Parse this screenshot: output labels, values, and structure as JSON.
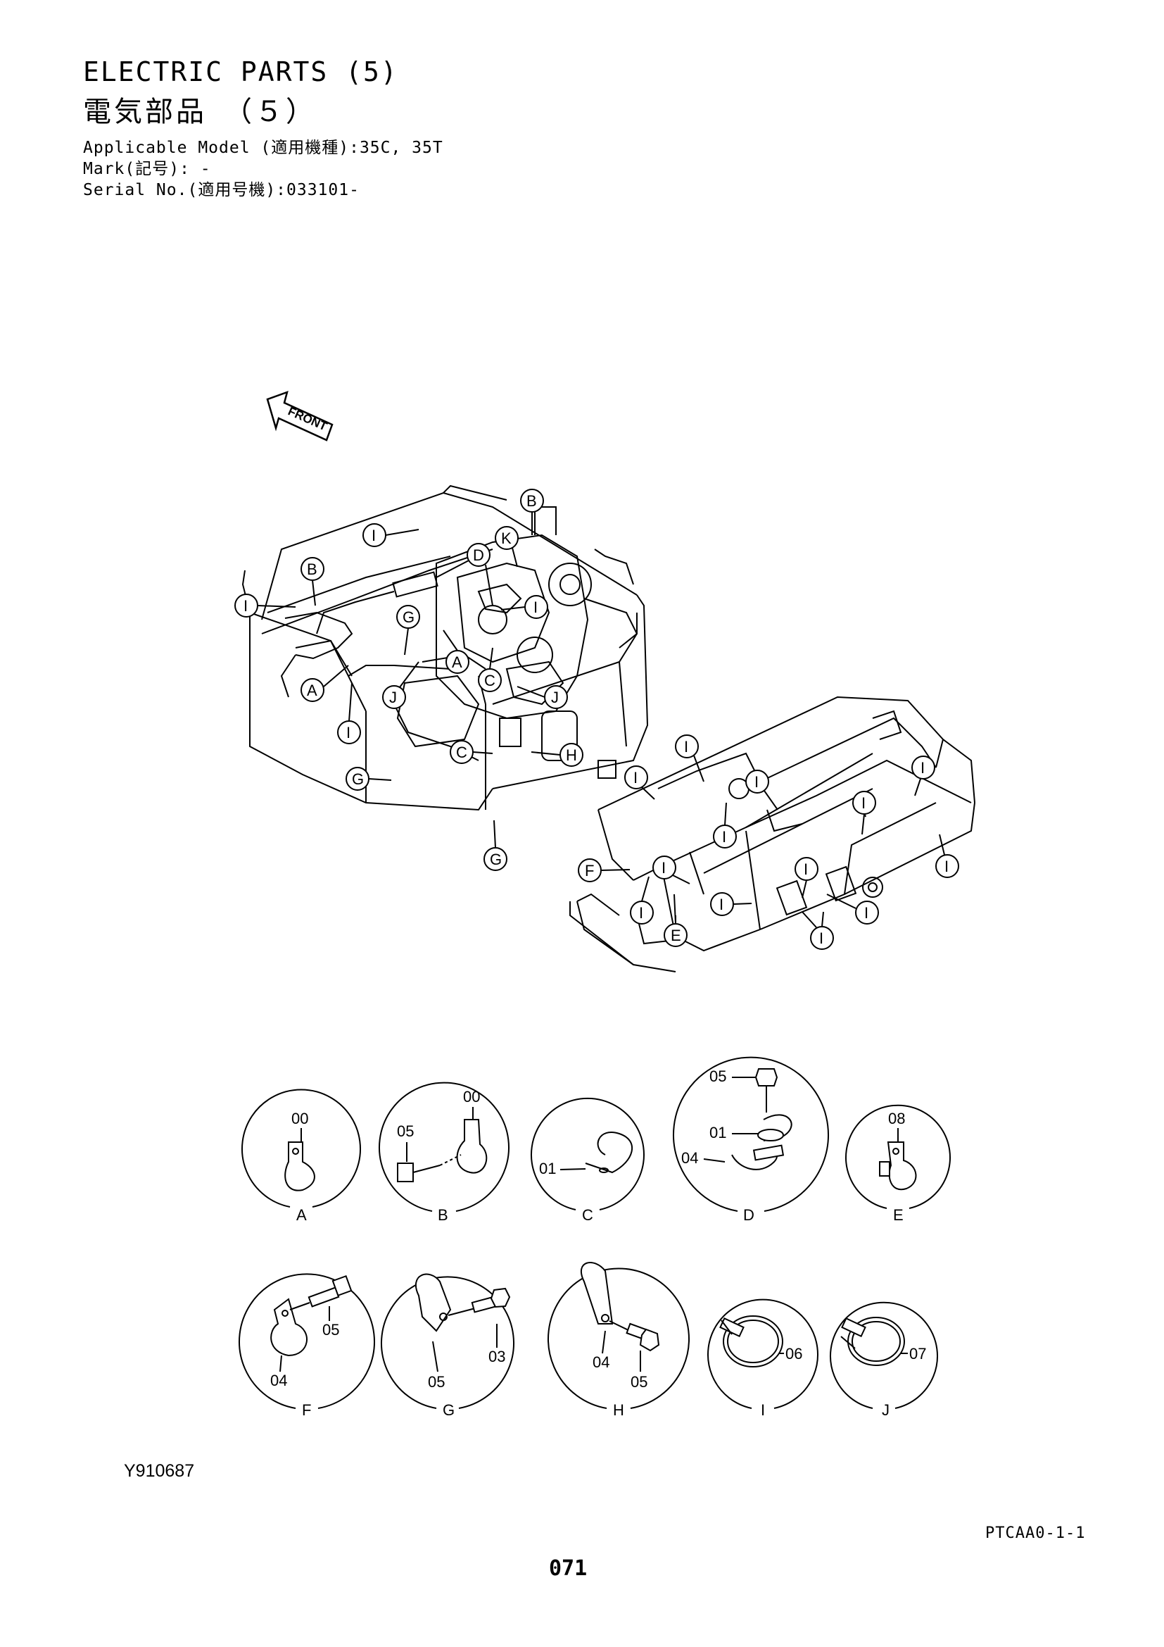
{
  "header": {
    "title_en": "ELECTRIC PARTS (5)",
    "title_jp": "電気部品　（５）",
    "applicable_model": "Applicable Model (適用機種):35C, 35T",
    "mark": "Mark(記号): -",
    "serial_no": "Serial No.(適用号機):033101-"
  },
  "front_label": "FRONT",
  "callouts": {
    "A": "A",
    "B": "B",
    "C": "C",
    "D": "D",
    "E": "E",
    "F": "F",
    "G": "G",
    "H": "H",
    "I": "I",
    "J": "J",
    "K": "K"
  },
  "details": [
    {
      "label": "A",
      "parts": [
        "00"
      ]
    },
    {
      "label": "B",
      "parts": [
        "00",
        "05"
      ]
    },
    {
      "label": "C",
      "parts": [
        "01"
      ]
    },
    {
      "label": "D",
      "parts": [
        "05",
        "01",
        "04"
      ]
    },
    {
      "label": "E",
      "parts": [
        "08"
      ]
    },
    {
      "label": "F",
      "parts": [
        "05",
        "04"
      ]
    },
    {
      "label": "G",
      "parts": [
        "03",
        "05"
      ]
    },
    {
      "label": "H",
      "parts": [
        "04",
        "05"
      ]
    },
    {
      "label": "I",
      "parts": [
        "06"
      ]
    },
    {
      "label": "J",
      "parts": [
        "07"
      ]
    }
  ],
  "figure_number": "Y910687",
  "page_code": "PTCAA0-1-1",
  "page_number": "071"
}
